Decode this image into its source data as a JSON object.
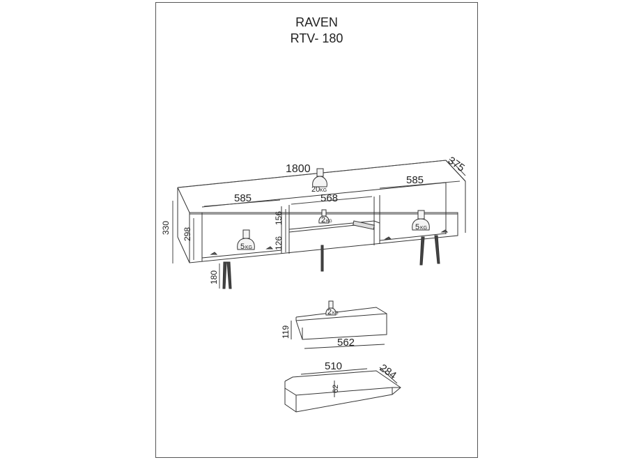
{
  "header": {
    "model_name": "RAVEN",
    "model_code": "RTV- 180"
  },
  "dimensions": {
    "width": "1800",
    "depth": "375",
    "left_compartment_width": "585",
    "center_compartment_width": "568",
    "right_compartment_width": "585",
    "total_height": "330",
    "inner_height": "298",
    "upper_shelf_gap": "156",
    "lower_shelf_gap": "126",
    "leg_height": "180",
    "drawer_front_height": "119",
    "drawer_front_width": "562",
    "drawer_box_width": "510",
    "drawer_box_depth": "284",
    "drawer_box_height": "62"
  },
  "loads": {
    "top": "20",
    "left_compartment": "5",
    "center_shelf": "2",
    "right_compartment": "5",
    "drawer": "2",
    "unit": "KG"
  }
}
